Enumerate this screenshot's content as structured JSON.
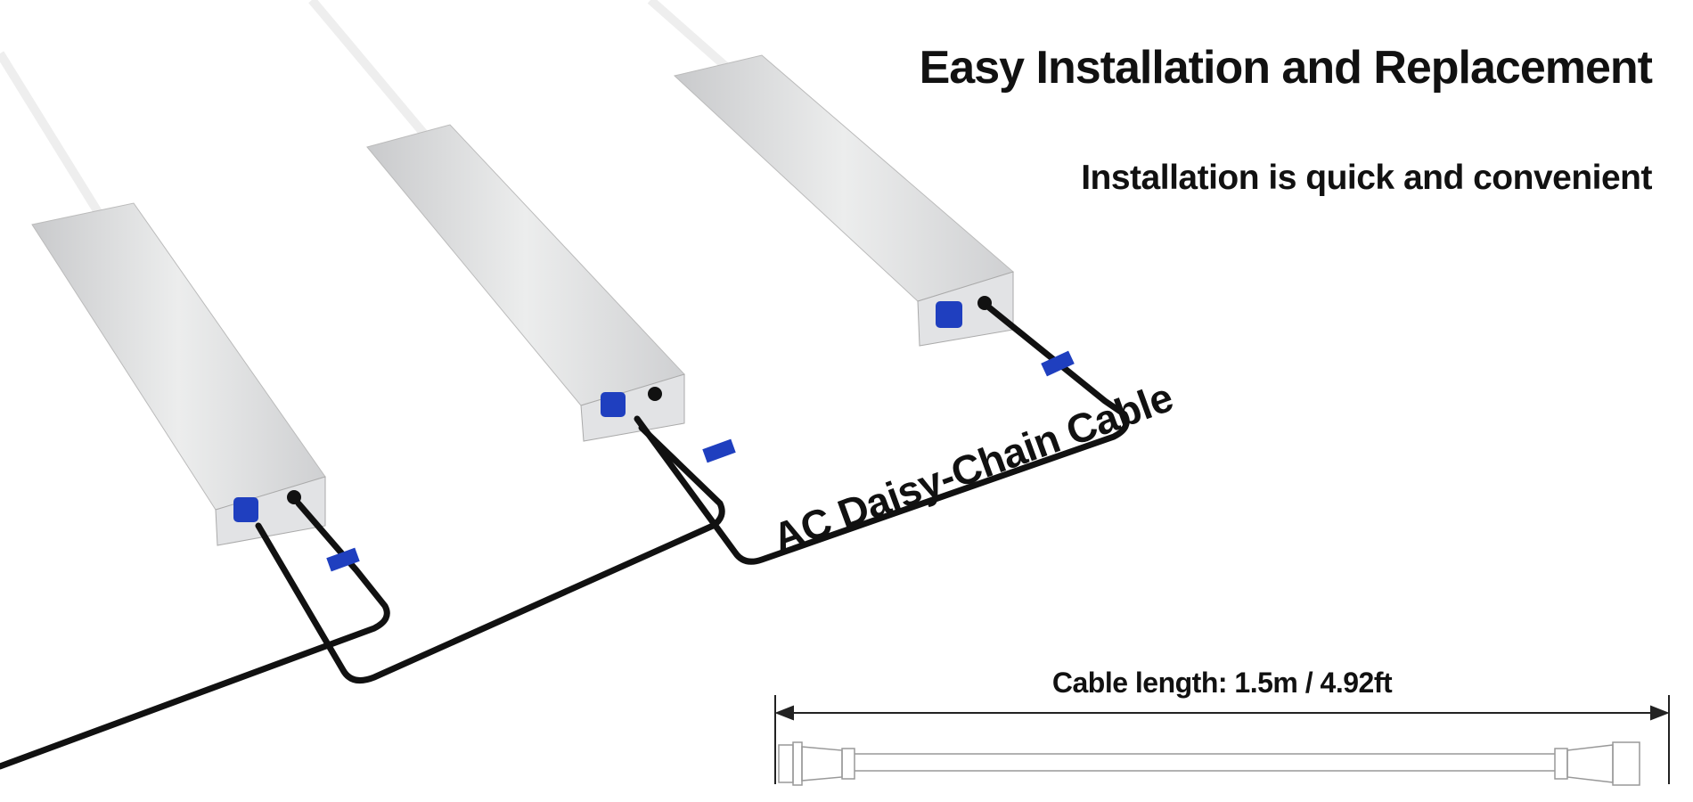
{
  "header": {
    "title": "Easy Installation and Replacement",
    "subtitle": "Installation is quick and convenient"
  },
  "illustration": {
    "cable_name": "AC Daisy-Chain Cable",
    "cable_length_label": "Cable length: 1.5m / 4.92ft",
    "driver_count": 3,
    "colors": {
      "connector": "#1f3fbf",
      "cable": "#111111",
      "housing": "#d9dadc"
    }
  }
}
